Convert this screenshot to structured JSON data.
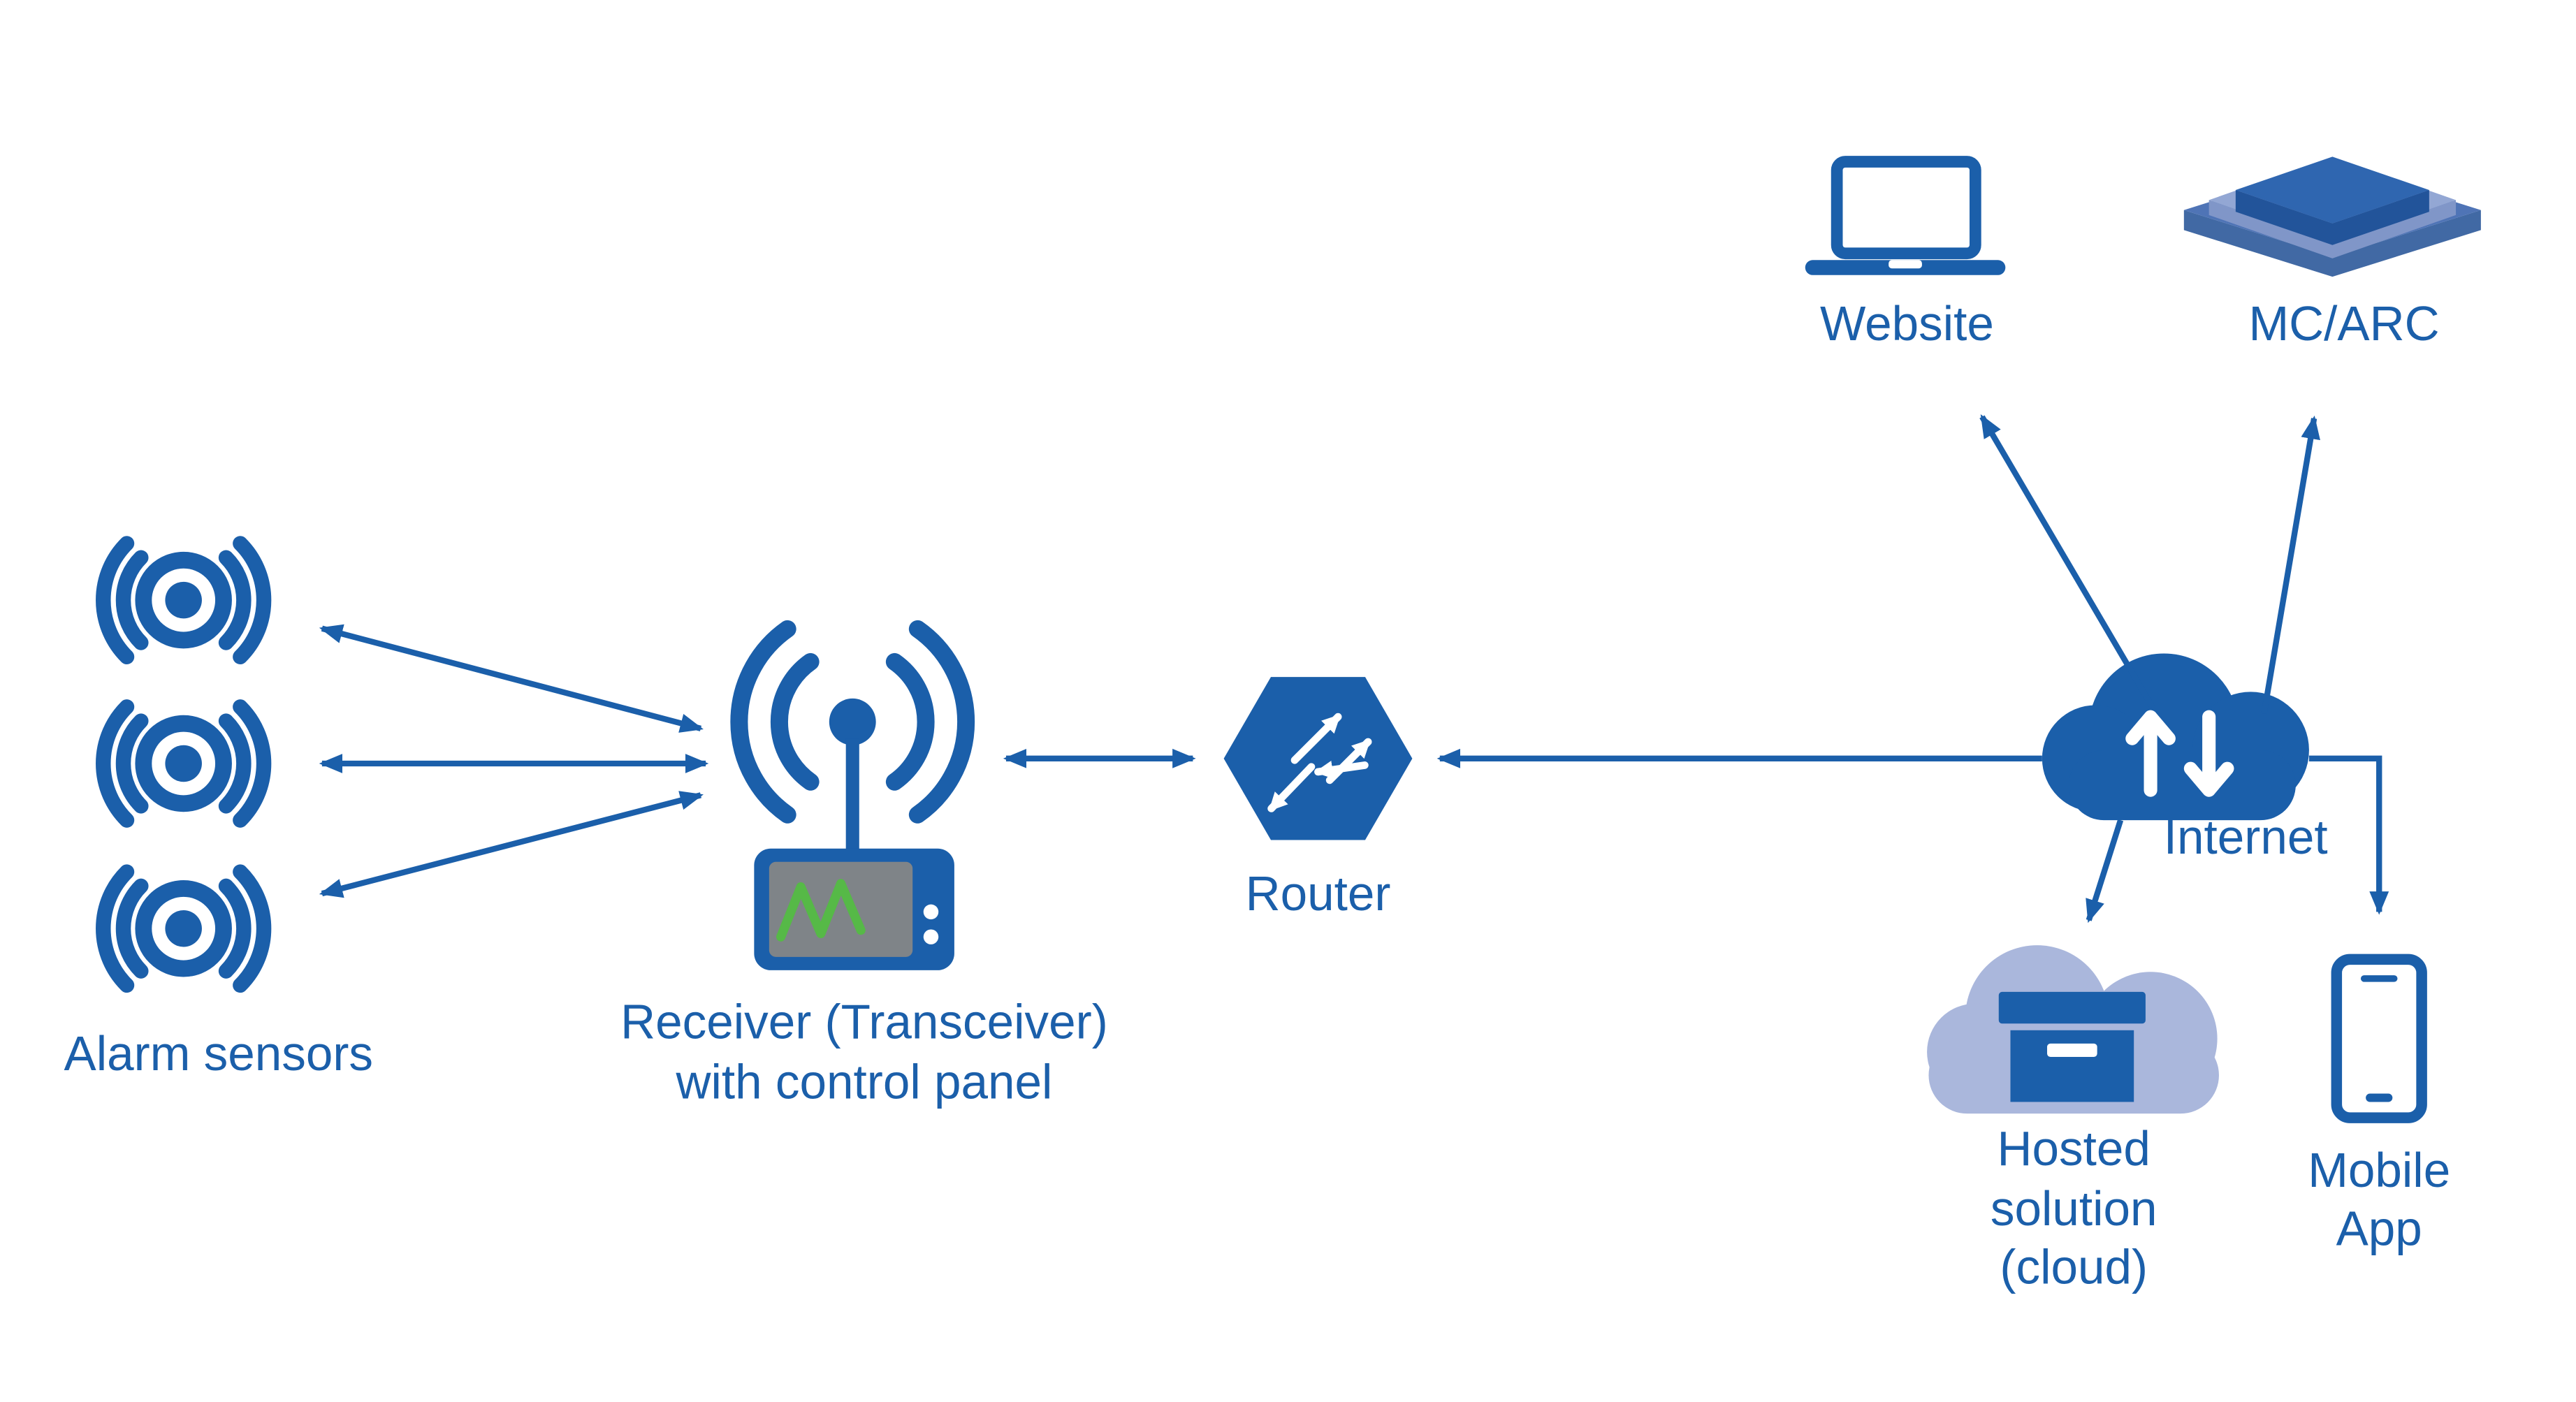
{
  "diagram": {
    "colors": {
      "primary": "#1b5faa",
      "accent_light": "#aab7dc",
      "screen_gray": "#7f8488",
      "waveform_green": "#56b947",
      "stack_top": "#2f66b0",
      "stack_top_side": "#22549a",
      "stack_mid": "#93a7d4",
      "stack_mid_side": "#8096c8",
      "stack_bottom": "#4f74b6",
      "stack_bottom_side": "#4169a4"
    },
    "nodes": {
      "alarm_sensors": {
        "label": "Alarm sensors"
      },
      "receiver": {
        "lines": [
          "Receiver (Transceiver)",
          "with control panel"
        ]
      },
      "router": {
        "label": "Router"
      },
      "internet": {
        "label": "Internet"
      },
      "website": {
        "label": "Website"
      },
      "mc_arc": {
        "label": "MC/ARC"
      },
      "hosted_solution": {
        "lines": [
          "Hosted",
          "solution",
          "(cloud)"
        ]
      },
      "mobile_app": {
        "lines": [
          "Mobile",
          "App"
        ]
      }
    },
    "connections": [
      {
        "from": "receiver",
        "to": "alarm-sensor-1",
        "bidirectional": true
      },
      {
        "from": "receiver",
        "to": "alarm-sensor-2",
        "bidirectional": true
      },
      {
        "from": "receiver",
        "to": "alarm-sensor-3",
        "bidirectional": true
      },
      {
        "from": "receiver",
        "to": "router",
        "bidirectional": true
      },
      {
        "from": "internet",
        "to": "router",
        "bidirectional": false
      },
      {
        "from": "internet",
        "to": "website",
        "bidirectional": false
      },
      {
        "from": "internet",
        "to": "mc_arc",
        "bidirectional": false
      },
      {
        "from": "internet",
        "to": "hosted_solution",
        "bidirectional": false
      },
      {
        "from": "internet",
        "to": "mobile_app",
        "bidirectional": false
      }
    ]
  }
}
